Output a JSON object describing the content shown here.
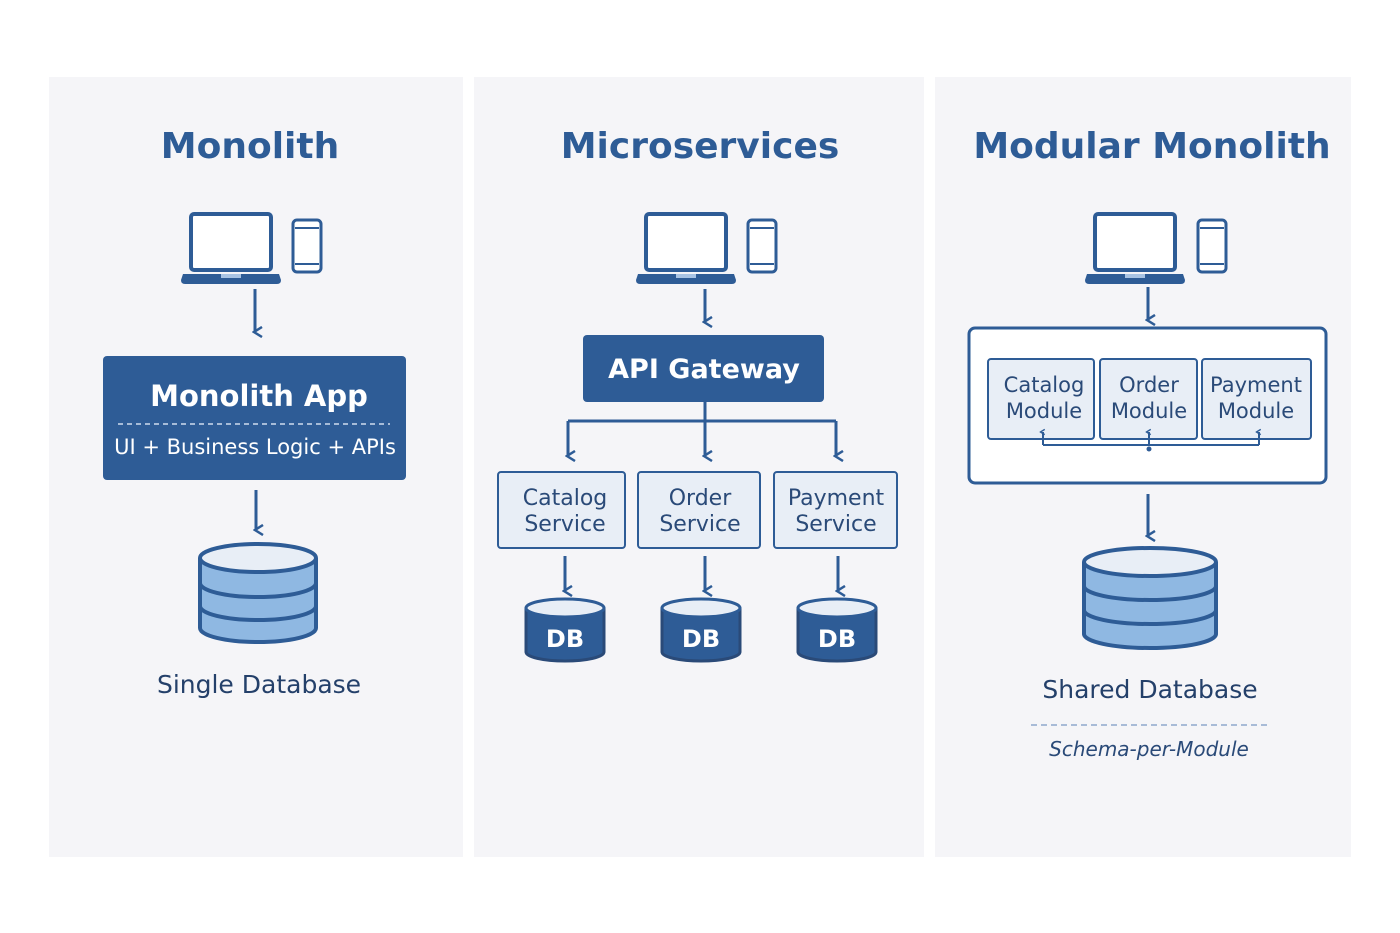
{
  "columns": {
    "monolith": {
      "title": "Monolith",
      "app_title": "Monolith App",
      "app_subtitle": "UI + Business Logic + APIs",
      "database_caption": "Single Database"
    },
    "microservices": {
      "title": "Microservices",
      "gateway": "API Gateway",
      "services": [
        {
          "line1": "Catalog",
          "line2": "Service",
          "db": "DB"
        },
        {
          "line1": "Order",
          "line2": "Service",
          "db": "DB"
        },
        {
          "line1": "Payment",
          "line2": "Service",
          "db": "DB"
        }
      ]
    },
    "modular_monolith": {
      "title": "Modular Monolith",
      "modules": [
        {
          "line1": "Catalog",
          "line2": "Module"
        },
        {
          "line1": "Order",
          "line2": "Module"
        },
        {
          "line1": "Payment",
          "line2": "Module"
        }
      ],
      "database_caption": "Shared Database",
      "database_note": "Schema-per-Module"
    }
  },
  "colors": {
    "primary": "#2e5c96",
    "light_fill": "#e8eef6",
    "db_fill": "#8fb8e2",
    "panel": "#f5f5f8"
  }
}
